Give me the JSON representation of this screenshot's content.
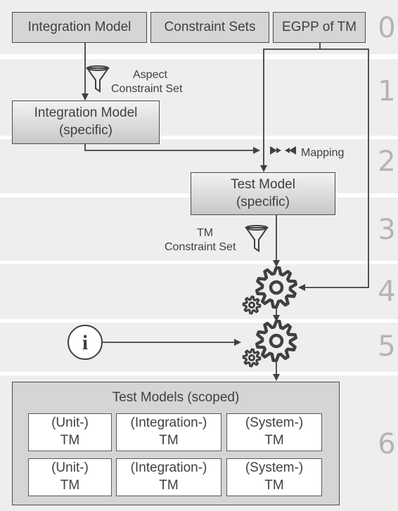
{
  "sources": {
    "integration_model": "Integration Model",
    "constraint_sets": "Constraint Sets",
    "egpp_of_tm": "EGPP of TM"
  },
  "steps": [
    "0",
    "1",
    "2",
    "3",
    "4",
    "5",
    "6"
  ],
  "aspect_constraint": {
    "line1": "Aspect",
    "line2": "Constraint Set"
  },
  "integration_model_specific": "Integration Model\n(specific)",
  "mapping_label": "Mapping",
  "test_model_specific": "Test Model\n(specific)",
  "tm_constraint": {
    "line1": "TM",
    "line2": "Constraint Set"
  },
  "info_symbol": "i",
  "scoped": {
    "title": "Test Models (scoped)",
    "rows": [
      [
        "(Unit-)\nTM",
        "(Integration-)\nTM",
        "(System-)\nTM"
      ],
      [
        "(Unit-)\nTM",
        "(Integration-)\nTM",
        "(System-)\nTM"
      ]
    ]
  },
  "colors": {
    "band": "#eeeeef",
    "box_fill": "#d5d5d5",
    "line": "#404040",
    "step_number": "#b4b4b4"
  },
  "icons": [
    "funnel-icon",
    "mapping-arrows-icon",
    "gear-icon",
    "info-icon"
  ]
}
